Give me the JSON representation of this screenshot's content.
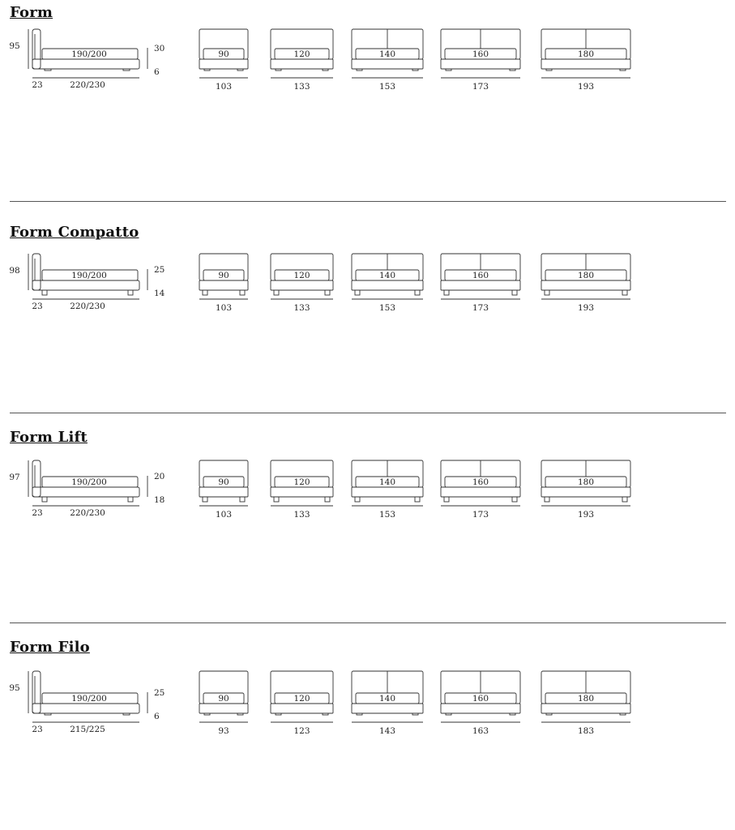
{
  "sections": [
    {
      "title": "Form",
      "side": {
        "height": "95",
        "length": "220/230",
        "mattress": "190/200",
        "overhang": "23",
        "upper": "30",
        "lower": "6",
        "legs": false
      },
      "fronts": [
        {
          "size": "90",
          "width": "103"
        },
        {
          "size": "120",
          "width": "133"
        },
        {
          "size": "140",
          "width": "153"
        },
        {
          "size": "160",
          "width": "173"
        },
        {
          "size": "180",
          "width": "193"
        }
      ]
    },
    {
      "title": "Form Compatto",
      "side": {
        "height": "98",
        "length": "220/230",
        "mattress": "190/200",
        "overhang": "23",
        "upper": "25",
        "lower": "14",
        "legs": true
      },
      "fronts": [
        {
          "size": "90",
          "width": "103"
        },
        {
          "size": "120",
          "width": "133"
        },
        {
          "size": "140",
          "width": "153"
        },
        {
          "size": "160",
          "width": "173"
        },
        {
          "size": "180",
          "width": "193"
        }
      ]
    },
    {
      "title": "Form Lift",
      "side": {
        "height": "97",
        "length": "220/230",
        "mattress": "190/200",
        "overhang": "23",
        "upper": "20",
        "lower": "18",
        "legs": true
      },
      "fronts": [
        {
          "size": "90",
          "width": "103"
        },
        {
          "size": "120",
          "width": "133"
        },
        {
          "size": "140",
          "width": "153"
        },
        {
          "size": "160",
          "width": "173"
        },
        {
          "size": "180",
          "width": "193"
        }
      ]
    },
    {
      "title": "Form Filo",
      "side": {
        "height": "95",
        "length": "215/225",
        "mattress": "190/200",
        "overhang": "23",
        "upper": "25",
        "lower": "6",
        "legs": false
      },
      "fronts": [
        {
          "size": "90",
          "width": "93"
        },
        {
          "size": "120",
          "width": "123"
        },
        {
          "size": "140",
          "width": "143"
        },
        {
          "size": "160",
          "width": "163"
        },
        {
          "size": "180",
          "width": "183"
        }
      ]
    }
  ]
}
